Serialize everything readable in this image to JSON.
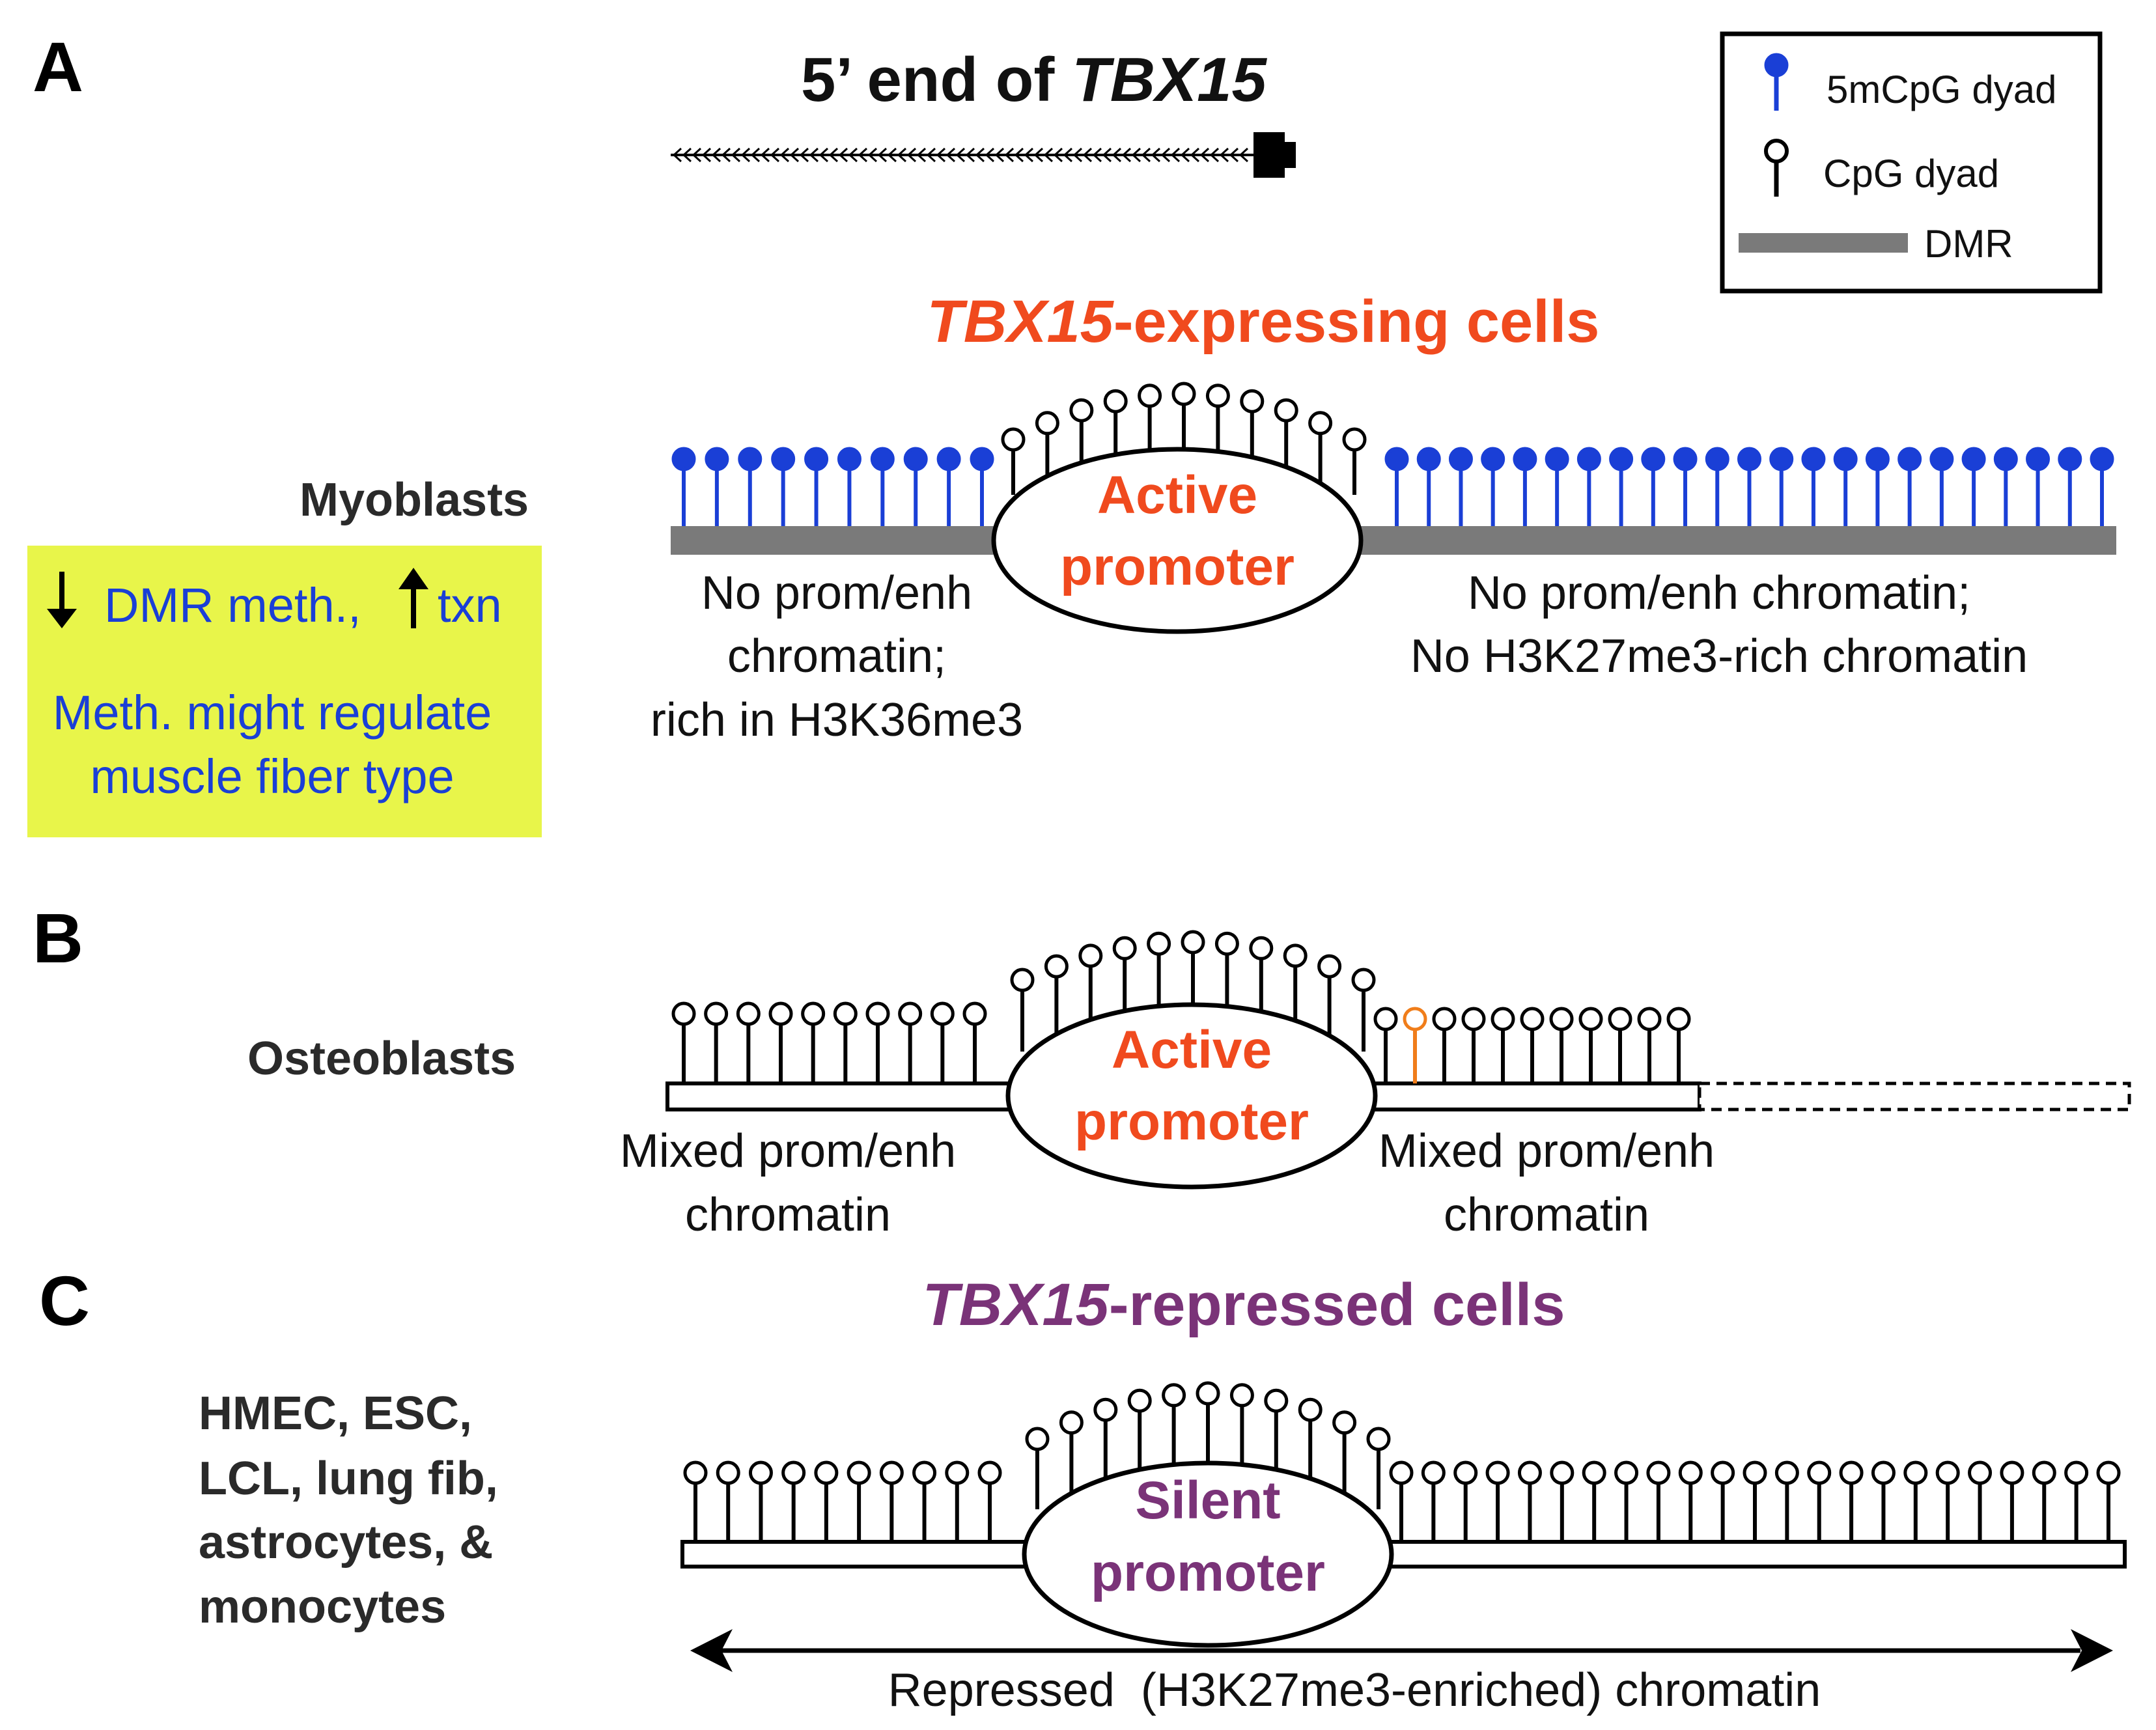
{
  "panels": {
    "a": "A",
    "b": "B",
    "c": "C"
  },
  "header": {
    "prefix": "5’ end of ",
    "gene": "TBX15"
  },
  "legend": {
    "methylated": "5mCpG dyad",
    "unmethylated": "CpG dyad",
    "dmr": "DMR"
  },
  "section_expressing": {
    "gene": "TBX15",
    "suffix": "-expressing cells"
  },
  "section_repressed": {
    "gene": "TBX15",
    "suffix": "-repressed cells"
  },
  "myoblasts": {
    "label": "Myoblasts",
    "promoter_line1": "Active",
    "promoter_line2": "promoter",
    "left_note": [
      "No prom/enh",
      "chromatin;",
      "rich in H3K36me3"
    ],
    "right_note": [
      "No prom/enh chromatin;",
      "No H3K27me3-rich chromatin"
    ]
  },
  "highlight": {
    "line1_a": "DMR meth.,",
    "line1_b": "txn",
    "line2": "Meth. might regulate",
    "line3": "muscle fiber type"
  },
  "osteoblasts": {
    "label": "Osteoblasts",
    "promoter_line1": "Active",
    "promoter_line2": "promoter",
    "left_note": [
      "Mixed prom/enh",
      "chromatin"
    ],
    "right_note": [
      "Mixed prom/enh",
      "chromatin"
    ]
  },
  "repressed": {
    "label_lines": [
      "HMEC, ESC,",
      "LCL, lung fib,",
      "astrocytes, &",
      "monocytes"
    ],
    "promoter_line1": "Silent",
    "promoter_line2": "promoter",
    "arrow_note": "Repressed  (H3K27me3-enriched) chromatin"
  },
  "colors": {
    "methylated": "#1a3fd6",
    "unmethylated": "#000000",
    "partial": "#f07d1a",
    "dmr": "#7a7a7a",
    "active": "#f04a1e",
    "silent": "#7a3378",
    "note_blue": "#1a3fd6",
    "highlight_bg": "#e8f54a",
    "dark_text": "#2a2a2a"
  }
}
